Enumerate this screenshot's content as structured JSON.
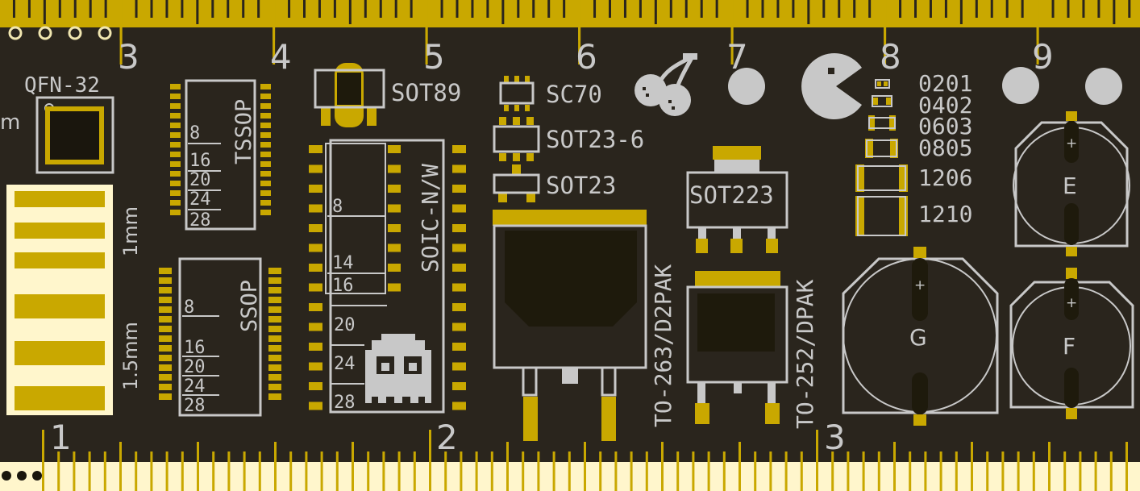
{
  "colors": {
    "board": "#2a251d",
    "silkscreen": "#c8c8c8",
    "copper": "#c9a800",
    "copper_light": "#fff6cc",
    "body_dark": "#1e1a0c"
  },
  "ruler_top": {
    "numbers": [
      "3",
      "4",
      "5",
      "6",
      "7",
      "8",
      "9"
    ]
  },
  "ruler_bottom": {
    "numbers": [
      "1",
      "2",
      "3"
    ]
  },
  "width_labels": {
    "left_cut": "m",
    "one_mm": "1mm",
    "one_half_mm": "1.5mm"
  },
  "packages": {
    "qfn": "QFN-32",
    "tssop": "TSSOP",
    "ssop": "SSOP",
    "soic": "SOIC-N/W",
    "sot89": "SOT89",
    "sc70": "SC70",
    "sot23_6": "SOT23-6",
    "sot23": "SOT23",
    "sot223": "SOT223",
    "to263": "TO-263/D2PAK",
    "to252": "TO-252/DPAK"
  },
  "pin_counts": {
    "tssop": [
      "8",
      "16",
      "20",
      "24",
      "28"
    ],
    "ssop": [
      "8",
      "16",
      "20",
      "24",
      "28"
    ],
    "soic_inner": [
      "8",
      "14",
      "16"
    ],
    "soic_outer": [
      "20",
      "24",
      "28"
    ]
  },
  "passives": [
    "0201",
    "0402",
    "0603",
    "0805",
    "1206",
    "1210"
  ],
  "capacitors": {
    "e": "E",
    "f": "F",
    "g": "G",
    "plus": "+"
  },
  "icons": [
    "cherry-icon",
    "pacman-icon",
    "ghost-icon",
    "pellet-icon"
  ]
}
